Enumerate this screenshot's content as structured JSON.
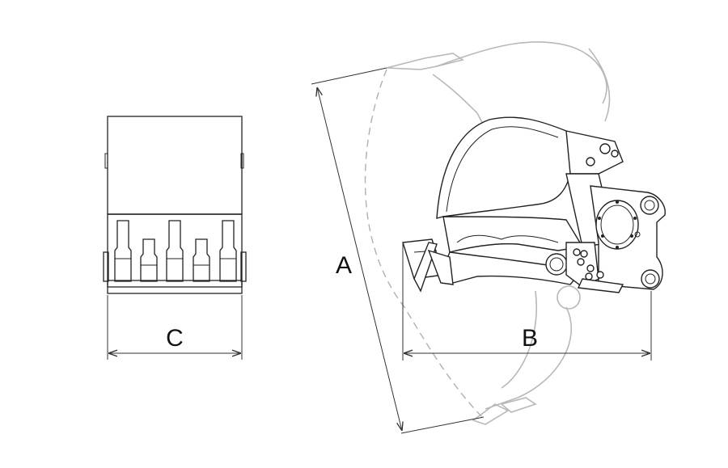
{
  "dimensions": {
    "a_label": "A",
    "b_label": "B",
    "c_label": "C"
  }
}
